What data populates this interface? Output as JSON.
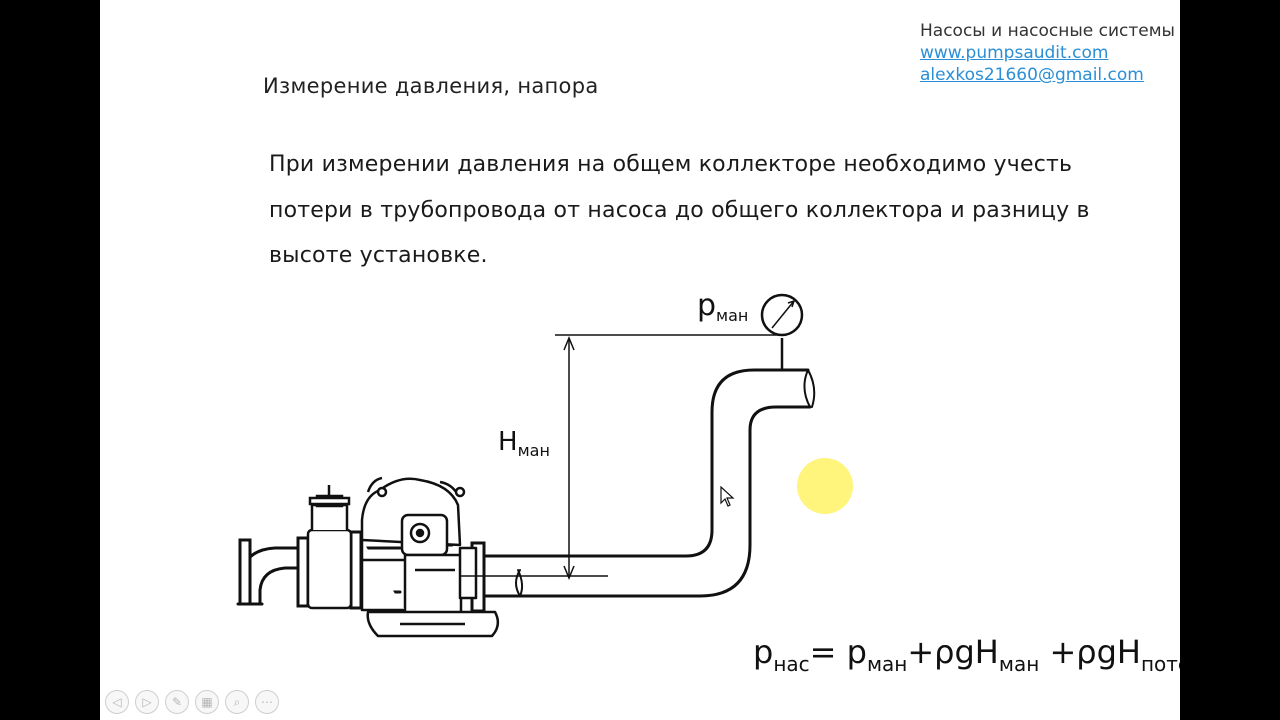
{
  "header": {
    "title": "Насосы и насосные системы",
    "website": "www.pumpsaudit.com",
    "email": "alexkos21660@gmail.com"
  },
  "slide": {
    "title": "Измерение давления, напора",
    "body_lines": [
      "При измерении давления на общем коллекторе необходимо учесть",
      "потери в  трубопровода от насоса до общего коллектора и разницу в",
      "высоте установке."
    ]
  },
  "diagram": {
    "p_label_base": "p",
    "p_label_sub": "ман",
    "h_label_base": "H",
    "h_label_sub": "ман"
  },
  "formula": {
    "p1": "p",
    "p1_sub": "нас",
    "eq": "= ",
    "p2": "p",
    "p2_sub": "ман",
    "t2": "+ρgH",
    "t2_sub": "ман",
    "t3": " +ρgH",
    "t3_sub": "потерь"
  },
  "toolbar": {
    "icons": [
      "prev-icon",
      "next-icon",
      "pen-icon",
      "slides-icon",
      "zoom-icon",
      "more-icon"
    ],
    "glyphs": [
      "◁",
      "▷",
      "✎",
      "▦",
      "⌕",
      "⋯"
    ]
  },
  "colors": {
    "link": "#2a8fd6",
    "cursor_highlight": "#fff050"
  }
}
